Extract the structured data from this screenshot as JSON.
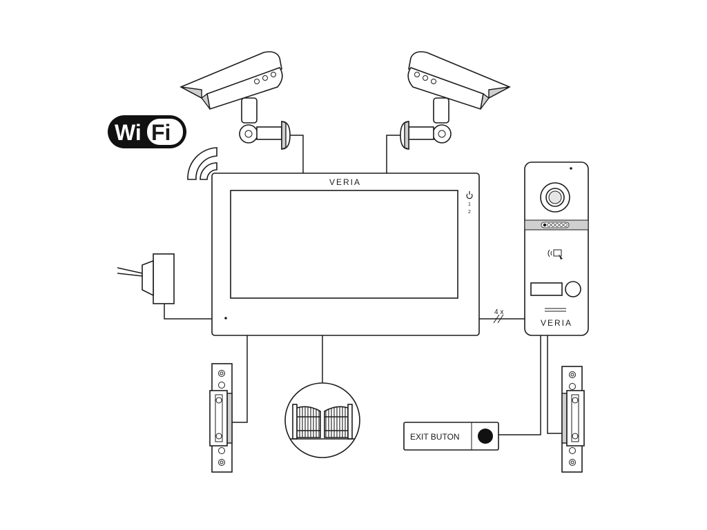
{
  "wifi_logo": {
    "left": "Wi",
    "right": "Fi"
  },
  "monitor": {
    "brand": "VERIA",
    "power_icon": "power-icon",
    "indicator_1": "1",
    "indicator_2": "2"
  },
  "door_station": {
    "brand": "VERIA",
    "rfid_icon": "rfid-card-icon"
  },
  "wiring": {
    "wire_count": "4 x"
  },
  "exit_button": {
    "label": "EXIT BUTON"
  }
}
